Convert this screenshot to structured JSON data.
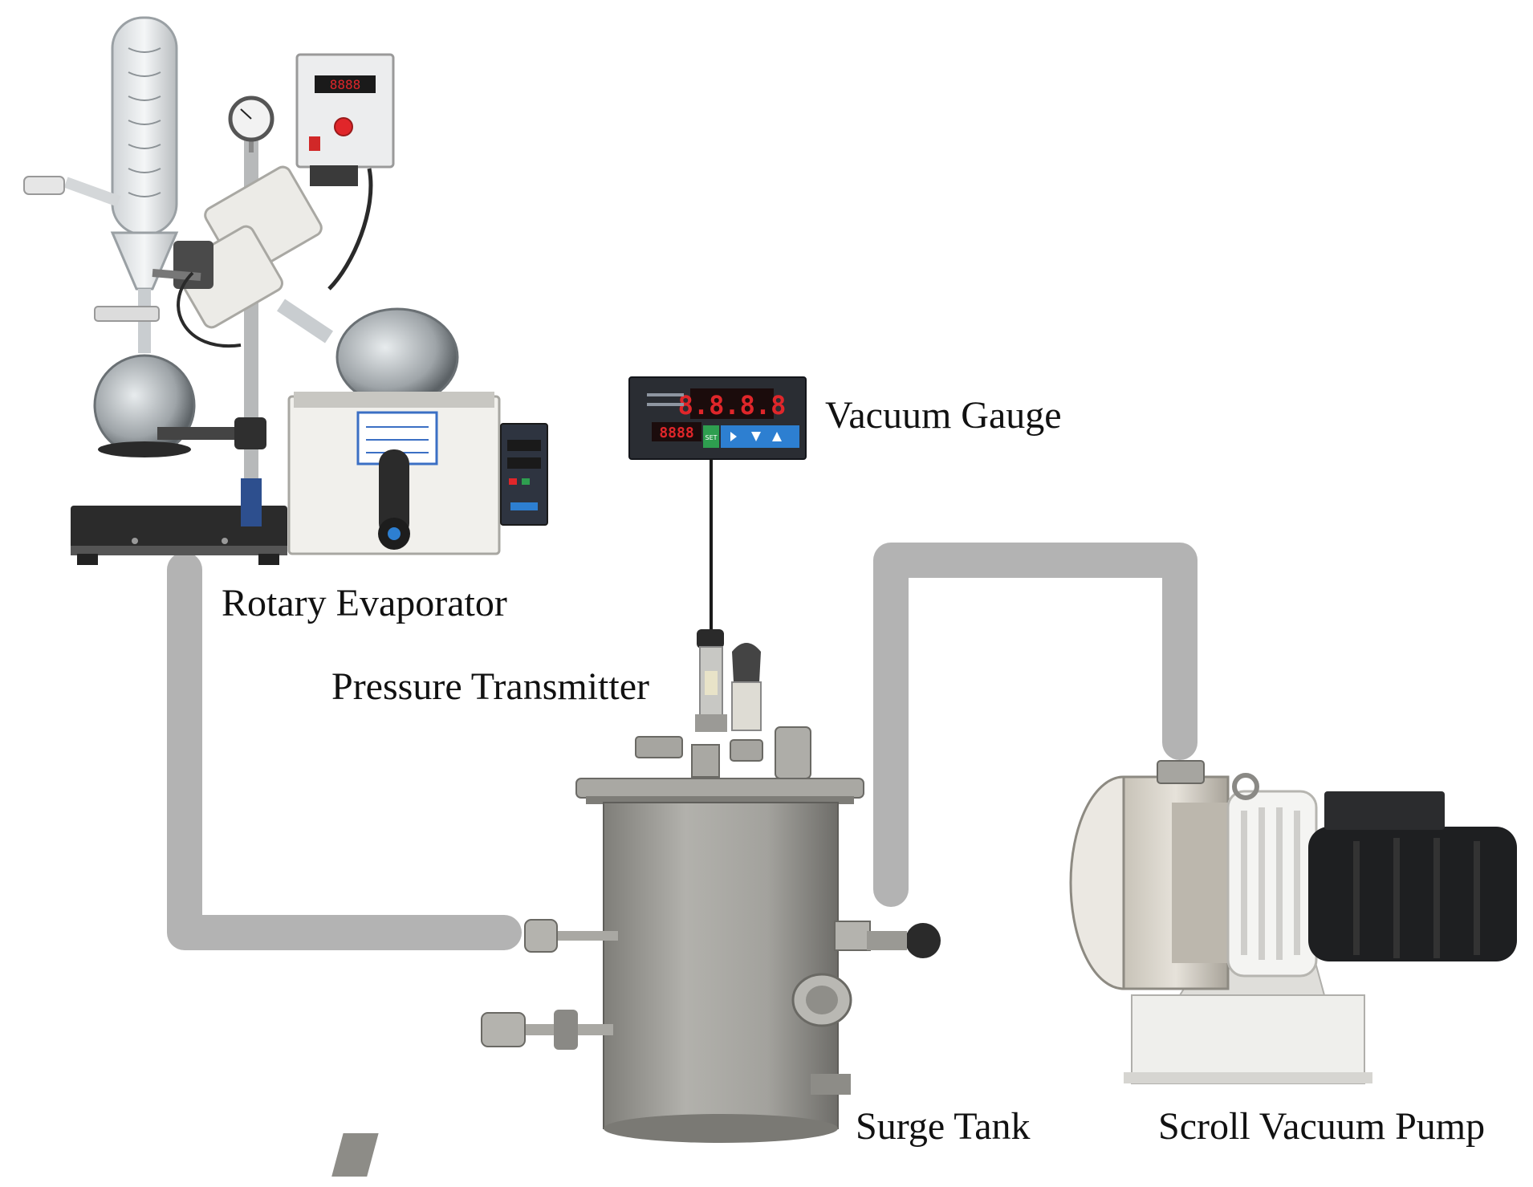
{
  "labels": {
    "vacuum_gauge": "Vacuum Gauge",
    "rotary_evaporator": "Rotary Evaporator",
    "pressure_transmitter": "Pressure Transmitter",
    "surge_tank": "Surge Tank",
    "scroll_vacuum_pump": "Scroll Vacuum Pump"
  },
  "gauge_display": {
    "main_readout": "8.8.8.8",
    "sub_readout": "8888",
    "set_button": "SET"
  },
  "controller_display": "8888",
  "colors": {
    "hose": "#b3b3b3",
    "steel": "#9a9994",
    "gauge_body": "#2a2d33",
    "led_red": "#e0262a",
    "button_blue": "#2d7fd1",
    "button_green": "#2e9e4f"
  },
  "icons": [
    "rotary-evaporator-icon",
    "vacuum-gauge-icon",
    "pressure-transmitter-icon",
    "surge-tank-icon",
    "scroll-pump-icon"
  ]
}
